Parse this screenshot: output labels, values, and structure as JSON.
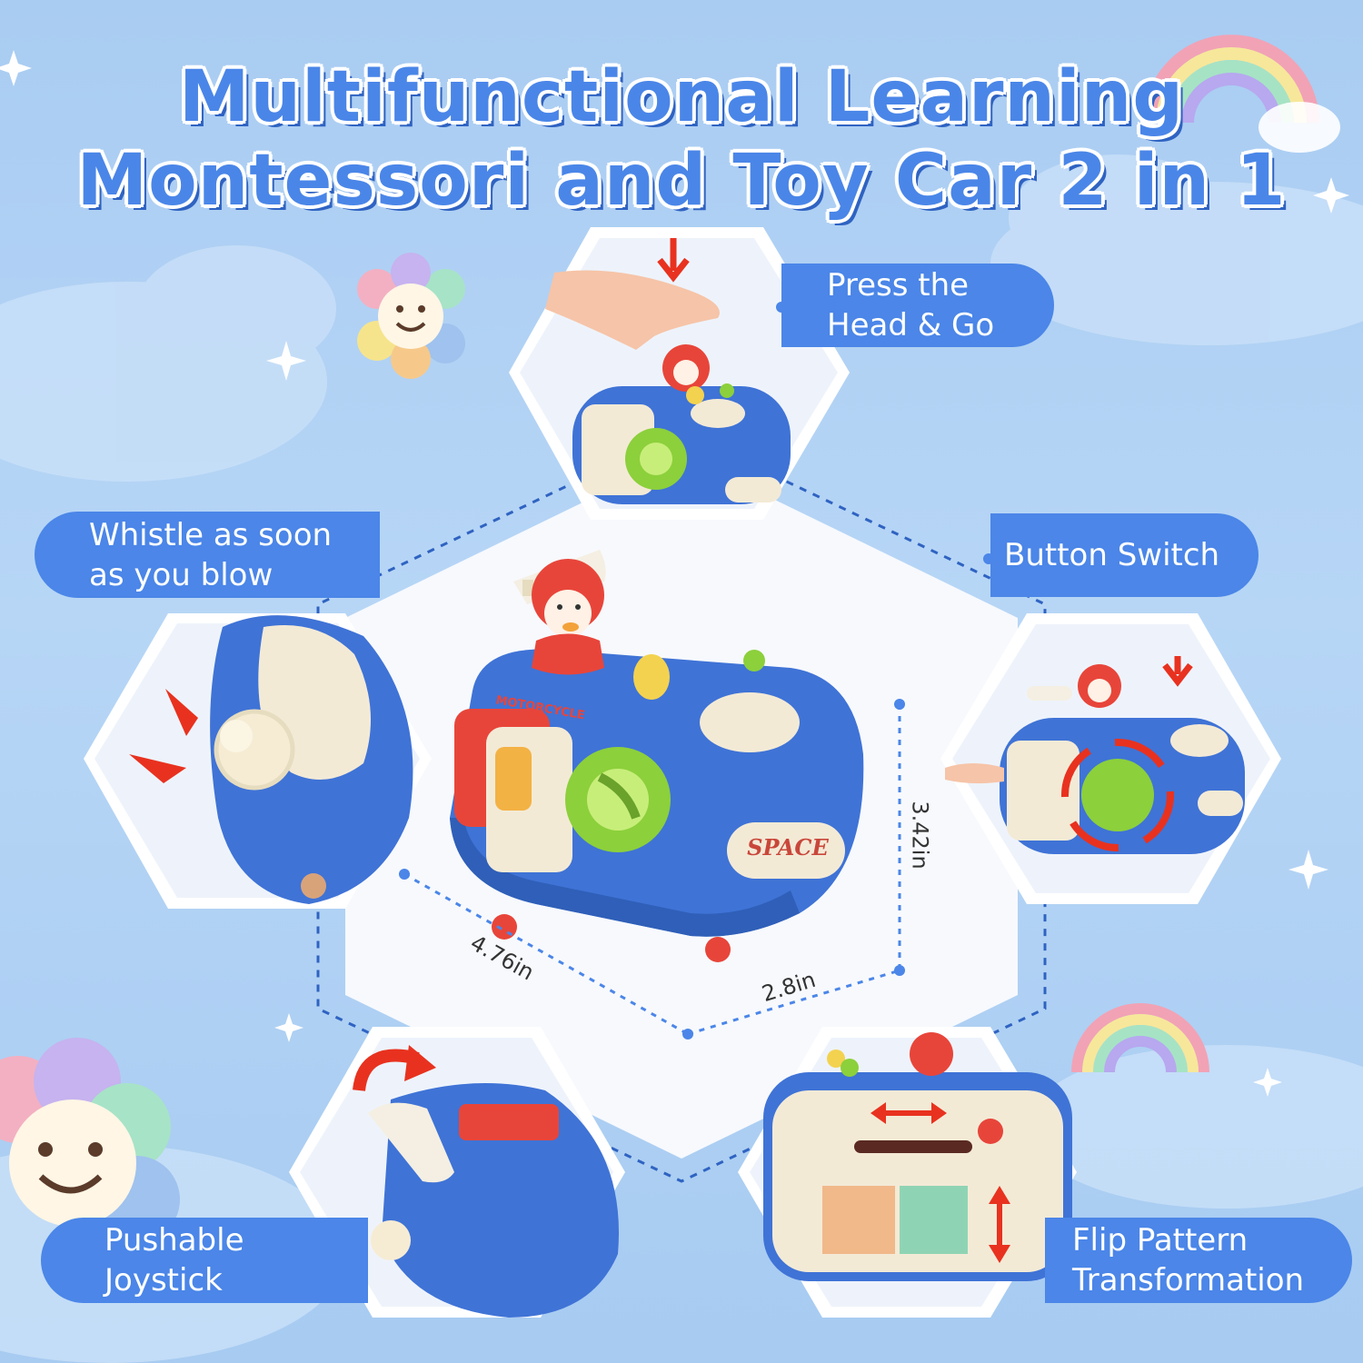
{
  "title": {
    "line1": "Multifunctional Learning",
    "line2": "Montessori and Toy Car 2 in 1"
  },
  "features": {
    "top": "Press the\nHead & Go",
    "left": "Whistle as soon\nas you blow",
    "right": "Button Switch",
    "bottom_left": "Pushable\nJoystick",
    "bottom_right": "Flip Pattern\nTransformation"
  },
  "product": {
    "badge_motorcycle": "MOTORCYCLE",
    "badge_space": "SPACE"
  },
  "dimensions": {
    "length": "4.76in",
    "width": "2.8in",
    "height": "3.42in"
  },
  "colors": {
    "accent": "#4b86e8",
    "title_shadow": "#2f63c2",
    "background": "#b7d6f6",
    "toy_body": "#3f73d6",
    "arrow_red": "#e8321f"
  },
  "icons": [
    "sparkle-icon",
    "rainbow-icon",
    "smiley-flower-icon",
    "down-arrow-icon",
    "rotate-arrow-icon",
    "double-arrow-icon"
  ]
}
